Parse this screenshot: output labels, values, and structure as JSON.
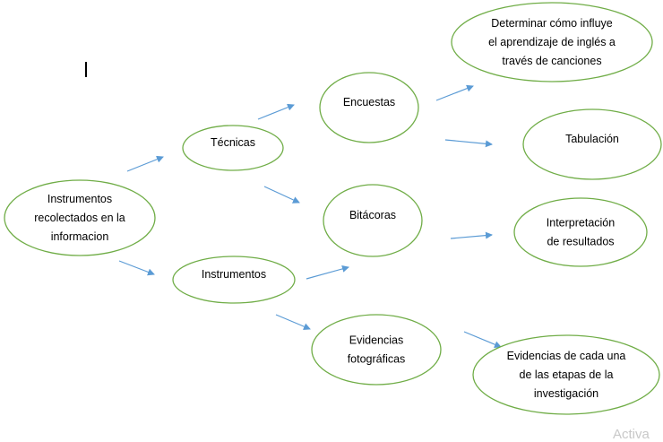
{
  "colors": {
    "node_border": "#70ad47",
    "arrow": "#5b9bd5",
    "text": "#000000",
    "watermark": "#c8c8c8"
  },
  "nodes": [
    {
      "id": "root",
      "lines": [
        "Instrumentos",
        "recolectados en la",
        "informacion"
      ]
    },
    {
      "id": "tecnicas",
      "lines": [
        "Técnicas"
      ]
    },
    {
      "id": "instrumentos",
      "lines": [
        "Instrumentos"
      ]
    },
    {
      "id": "encuestas",
      "lines": [
        "Encuestas"
      ]
    },
    {
      "id": "bitacoras",
      "lines": [
        "Bitácoras"
      ]
    },
    {
      "id": "evidencias-fotograficas",
      "lines": [
        "Evidencias",
        "fotográficas"
      ]
    },
    {
      "id": "determinar",
      "lines": [
        "Determinar cómo influye",
        "el aprendizaje de inglés a",
        "través de canciones"
      ]
    },
    {
      "id": "tabulacion",
      "lines": [
        "Tabulación"
      ]
    },
    {
      "id": "interpretacion",
      "lines": [
        "Interpretación",
        "de resultados"
      ]
    },
    {
      "id": "evidencias-etapas",
      "lines": [
        "Evidencias de cada una",
        "de las etapas de la",
        "investigación"
      ]
    }
  ],
  "edges": [
    {
      "from": "root",
      "to": "tecnicas"
    },
    {
      "from": "root",
      "to": "instrumentos"
    },
    {
      "from": "tecnicas",
      "to": "encuestas"
    },
    {
      "from": "tecnicas",
      "to": "bitacoras"
    },
    {
      "from": "instrumentos",
      "to": "bitacoras"
    },
    {
      "from": "instrumentos",
      "to": "evidencias-fotograficas"
    },
    {
      "from": "encuestas",
      "to": "determinar"
    },
    {
      "from": "encuestas",
      "to": "tabulacion"
    },
    {
      "from": "bitacoras",
      "to": "interpretacion"
    },
    {
      "from": "evidencias-fotograficas",
      "to": "evidencias-etapas"
    }
  ],
  "watermark": "Activa"
}
